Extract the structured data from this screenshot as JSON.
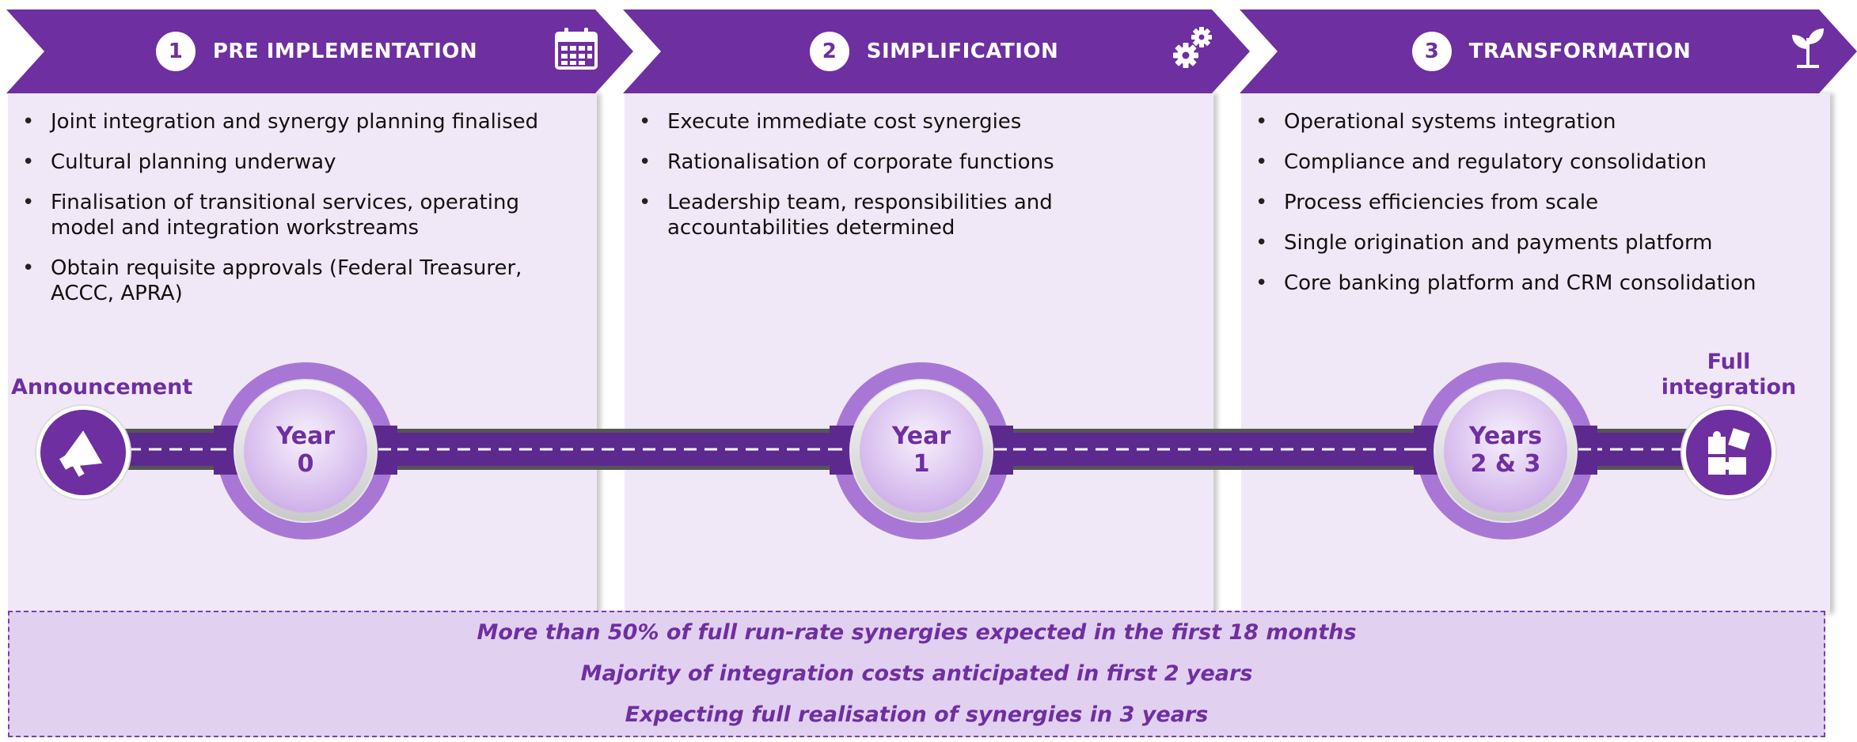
{
  "phases": [
    {
      "number": "1",
      "title": "PRE IMPLEMENTATION",
      "icon": "calendar-icon",
      "bullets": [
        "Joint integration and synergy planning finalised",
        "Cultural planning underway",
        "Finalisation of transitional services, operating model and integration workstreams",
        "Obtain requisite approvals (Federal Treasurer, ACCC, APRA)"
      ]
    },
    {
      "number": "2",
      "title": "SIMPLIFICATION",
      "icon": "gears-icon",
      "bullets": [
        "Execute immediate cost synergies",
        "Rationalisation of corporate functions",
        "Leadership team, responsibilities and accountabilities determined"
      ]
    },
    {
      "number": "3",
      "title": "TRANSFORMATION",
      "icon": "sprout-icon",
      "bullets": [
        "Operational systems integration",
        "Compliance and regulatory consolidation",
        "Process efficiencies from scale",
        "Single origination and payments platform",
        "Core banking platform and CRM consolidation"
      ]
    }
  ],
  "timeline": {
    "start_label": "Announcement",
    "start_icon": "megaphone-icon",
    "end_label_line1": "Full",
    "end_label_line2": "integration",
    "end_icon": "puzzle-icon",
    "milestones": [
      {
        "line1": "Year",
        "line2": "0"
      },
      {
        "line1": "Year",
        "line2": "1"
      },
      {
        "line1": "Years",
        "line2": "2 & 3"
      }
    ]
  },
  "footer": {
    "lines": [
      "More than 50% of full run-rate synergies expected in the first 18 months",
      "Majority of integration costs anticipated in first 2 years",
      "Expecting full realisation of synergies in 3 years"
    ]
  },
  "colors": {
    "primary": "#6e2fa0",
    "panel": "#f1e8f7",
    "footer": "#e2d0f1",
    "ring": "#a877d6"
  }
}
